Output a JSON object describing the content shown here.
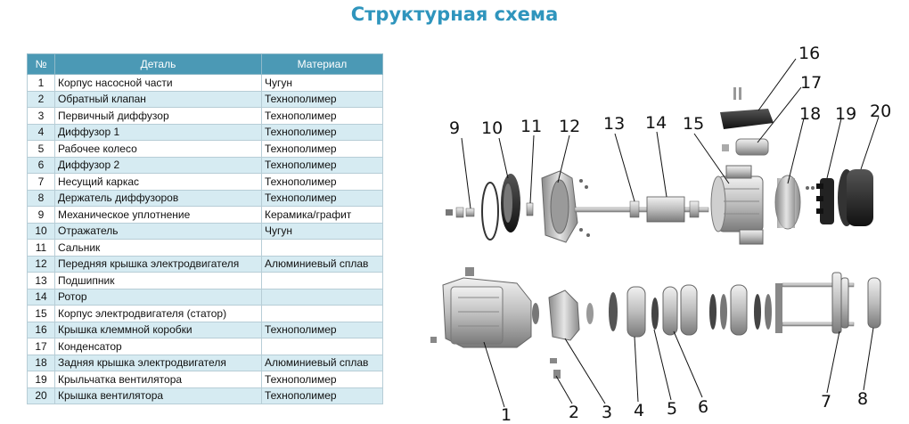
{
  "title": "Структурная схема",
  "table": {
    "headers": [
      "№",
      "Деталь",
      "Материал"
    ],
    "rows": [
      [
        "1",
        "Корпус насосной части",
        "Чугун"
      ],
      [
        "2",
        "Обратный клапан",
        "Технополимер"
      ],
      [
        "3",
        "Первичный диффузор",
        "Технополимер"
      ],
      [
        "4",
        "Диффузор 1",
        "Технополимер"
      ],
      [
        "5",
        "Рабочее колесо",
        "Технополимер"
      ],
      [
        "6",
        "Диффузор 2",
        "Технополимер"
      ],
      [
        "7",
        "Несущий каркас",
        "Технополимер"
      ],
      [
        "8",
        "Держатель диффузоров",
        "Технополимер"
      ],
      [
        "9",
        "Механическое уплотнение",
        "Керамика/графит"
      ],
      [
        "10",
        "Отражатель",
        "Чугун"
      ],
      [
        "11",
        "Сальник",
        ""
      ],
      [
        "12",
        "Передняя крышка электродвигателя",
        "Алюминиевый сплав"
      ],
      [
        "13",
        "Подшипник",
        ""
      ],
      [
        "14",
        "Ротор",
        ""
      ],
      [
        "15",
        "Корпус электродвигателя (статор)",
        ""
      ],
      [
        "16",
        "Крышка клеммной коробки",
        "Технополимер"
      ],
      [
        "17",
        "Конденсатор",
        ""
      ],
      [
        "18",
        "Задняя крышка электродвигателя",
        "Алюминиевый сплав"
      ],
      [
        "19",
        "Крыльчатка вентилятора",
        "Технополимер"
      ],
      [
        "20",
        "Крышка вентилятора",
        "Технополимер"
      ]
    ]
  },
  "callouts": [
    "1",
    "2",
    "3",
    "4",
    "5",
    "6",
    "7",
    "8",
    "9",
    "10",
    "11",
    "12",
    "13",
    "14",
    "15",
    "16",
    "17",
    "18",
    "19",
    "20"
  ]
}
